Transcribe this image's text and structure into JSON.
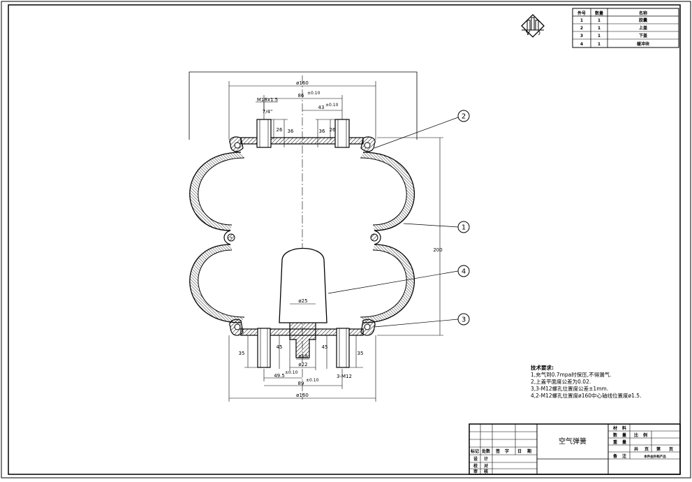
{
  "parts_table": {
    "headers": [
      "件号",
      "数量",
      "名称"
    ],
    "rows": [
      [
        "1",
        "1",
        "胶囊"
      ],
      [
        "2",
        "1",
        "上盖"
      ],
      [
        "3",
        "1",
        "下盖"
      ],
      [
        "4",
        "1",
        "缓冲块"
      ]
    ]
  },
  "callouts": [
    "2",
    "1",
    "4",
    "3"
  ],
  "dimensions": {
    "top_dia": "ø160",
    "bolt_span_top": "86",
    "bolt_span_top_tol": "±0.10",
    "half_span_top": "43",
    "half_span_top_tol": "±0.10",
    "thread_top": "M18x1.5",
    "thread_depth": "7/4\"",
    "d26_left": "26",
    "d36_left": "36",
    "d36_right": "36",
    "d26_right": "26",
    "height": "200",
    "buffer_dia": "ø25",
    "d45_left": "45",
    "d45_right": "45",
    "d35_left": "35",
    "d35_right": "35",
    "d18": "ø18",
    "d22": "ø22",
    "d49_5": "49.5",
    "d49_5_tol": "±0.10",
    "d89": "89",
    "d89_tol": "±0.10",
    "thread_bottom": "3-M12",
    "bottom_dia": "ø160"
  },
  "notes": {
    "title": "技术要求:",
    "lines": [
      "1,充气到0.7mpa时保压,不得漏气.",
      "2,上盖平面度公差为0.02.",
      "3,3-M12螺孔位置度公差±1mm.",
      "4,2-M12螺孔位置度ø160中心轴线位置度ø1.5."
    ]
  },
  "title_block": {
    "name": "空气弹簧",
    "col_labels": [
      "标记",
      "处数",
      "签",
      "字",
      "日",
      "期"
    ],
    "row_labels": [
      "设",
      "计",
      "校",
      "对",
      "审",
      "核"
    ],
    "right_labels": [
      "材",
      "料",
      "重",
      "量",
      "比",
      "例",
      "数",
      "量",
      "共",
      "页",
      "第",
      "页",
      "备",
      "注"
    ],
    "remark": "本件由外购产品"
  }
}
